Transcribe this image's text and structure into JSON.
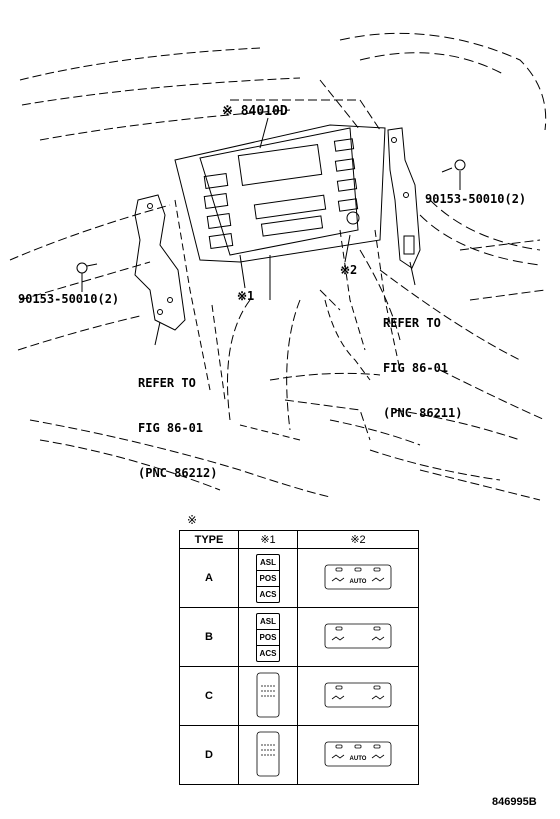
{
  "diagram": {
    "main_part": "※ 84010D",
    "star1": "※1",
    "star2": "※2",
    "bolt_left": "90153-50010(2)",
    "bolt_right": "90153-50010(2)",
    "refer_left": [
      "REFER TO",
      "FIG 86-01",
      "(PNC 86212)"
    ],
    "refer_right": [
      "REFER TO",
      "FIG 86-01",
      "(PNC 86211)"
    ],
    "figure_id": "846995B"
  },
  "legend": {
    "mark": "※",
    "headers": [
      "TYPE",
      "※1",
      "※2"
    ],
    "rows": [
      {
        "type": "A",
        "buttons": [
          "ASL",
          "POS",
          "ACS"
        ],
        "auto": "AUTO"
      },
      {
        "type": "B",
        "buttons": [
          "ASL",
          "POS",
          "ACS"
        ],
        "auto": ""
      },
      {
        "type": "C",
        "buttons": [],
        "auto": ""
      },
      {
        "type": "D",
        "buttons": [],
        "auto": "AUTO"
      }
    ]
  }
}
